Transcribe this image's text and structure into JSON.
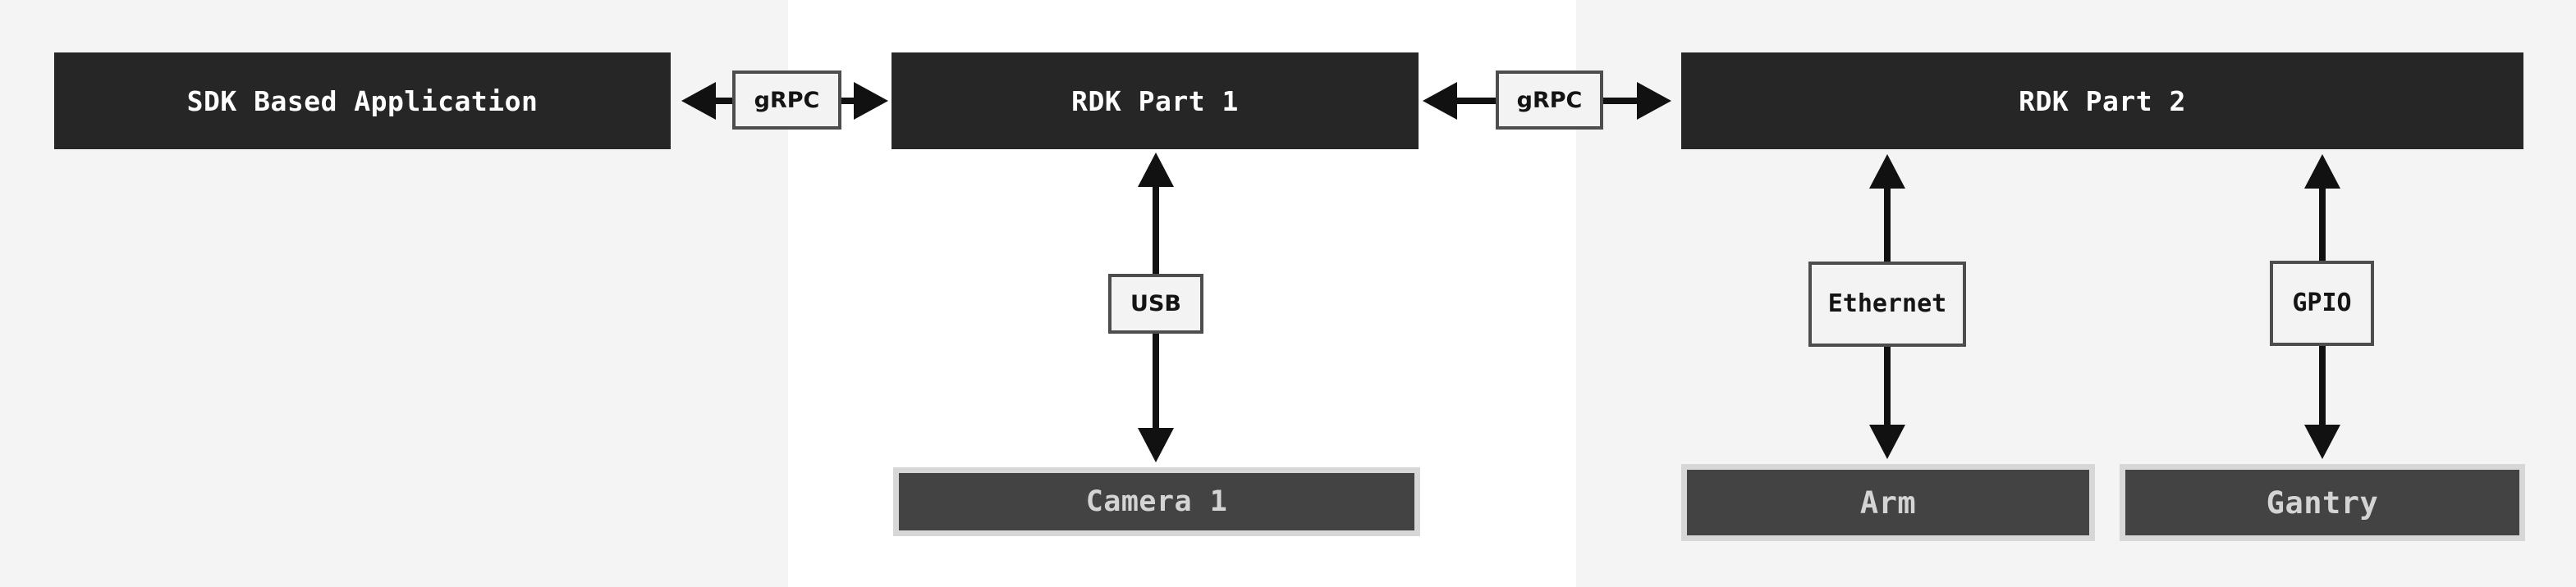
{
  "colors": {
    "page_bg": "#f4f4f4",
    "content_bg": "#ffffff",
    "node_dark": "#262626",
    "node_dark_text": "#ffffff",
    "device_fill": "#434343",
    "device_border": "#d7d7d7",
    "device_text": "#d4d4d4",
    "label_fill": "#f3f3f3",
    "label_border": "#4d4d4d",
    "label_text": "#141414",
    "arrow": "#111111"
  },
  "nodes": {
    "sdk_app": "SDK Based Application",
    "rdk_part_1": "RDK Part 1",
    "rdk_part_2": "RDK Part 2",
    "camera_1": "Camera 1",
    "arm": "Arm",
    "gantry": "Gantry"
  },
  "edge_labels": {
    "grpc_left": "gRPC",
    "grpc_right": "gRPC",
    "usb": "USB",
    "ethernet": "Ethernet",
    "gpio": "GPIO"
  }
}
